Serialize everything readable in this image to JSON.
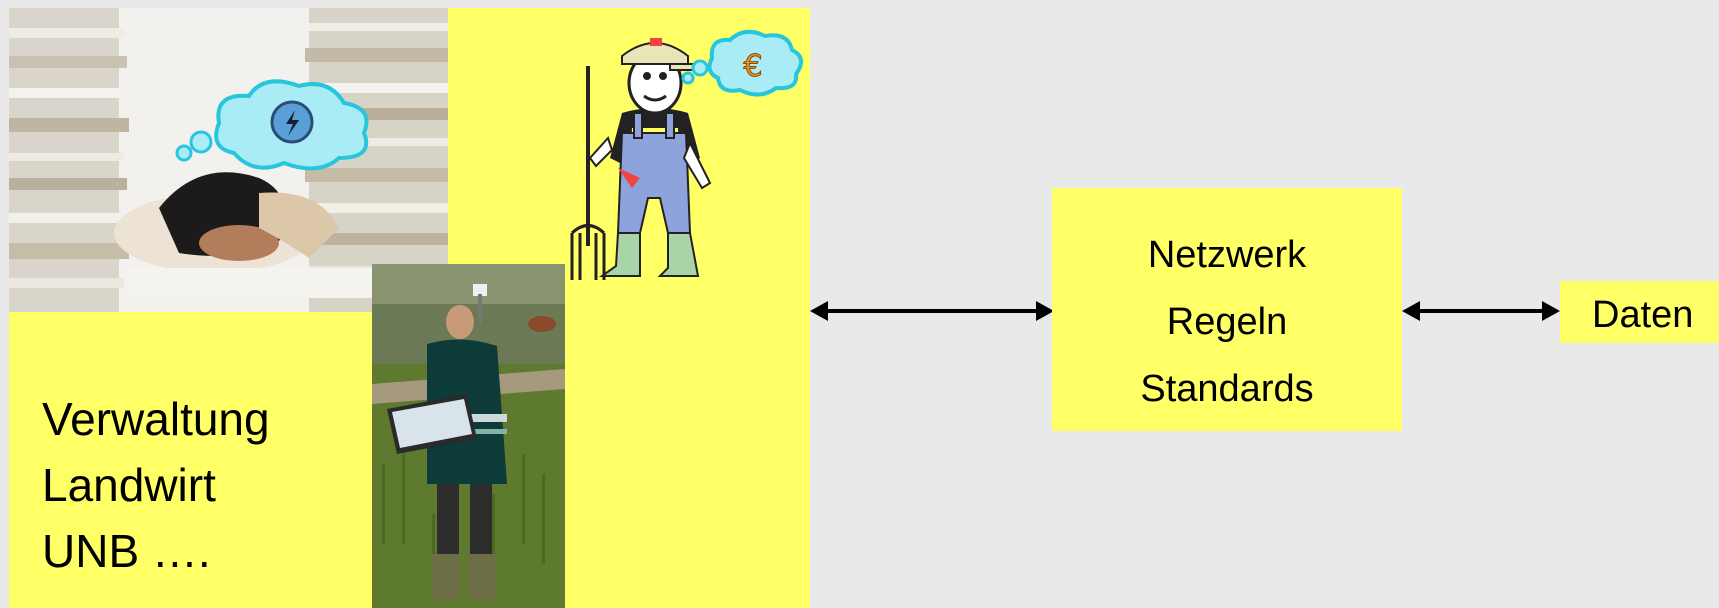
{
  "left_panel": {
    "labels": [
      "Verwaltung",
      "Landwirt",
      "UNB …."
    ]
  },
  "center_box": {
    "lines": [
      "Netzwerk",
      "Regeln",
      "Standards"
    ]
  },
  "right_box": {
    "label": "Daten"
  },
  "colors": {
    "box_fill": "#ffff66",
    "background": "#e9e9e9",
    "arrow": "#000000"
  },
  "icons": [
    "thought-bubble-lightning-icon",
    "thought-bubble-euro-icon",
    "farmer-with-pitchfork-icon"
  ]
}
